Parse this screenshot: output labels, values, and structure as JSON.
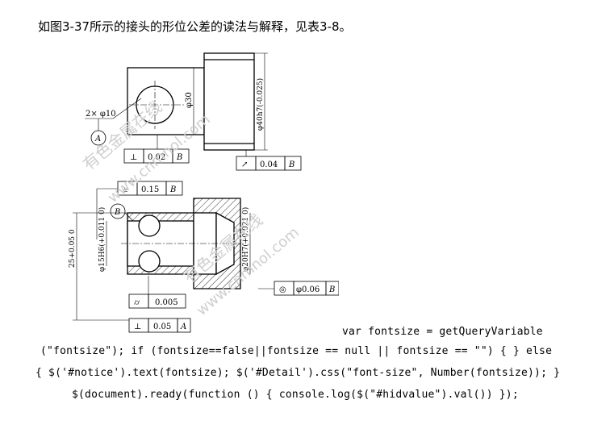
{
  "heading": "如图3-37所示的接头的形位公差的读法与解释，见表3-8。",
  "drawing": {
    "top_view": {
      "hole_note": "2× φ10",
      "datum_a": "A",
      "dim_inner": "φ30",
      "dim_outer": "φ40h7(-0.025)",
      "perp_frame": {
        "symbol": "⊥",
        "value": "0.02",
        "datum": "B"
      },
      "runout_frame": {
        "symbol": "↗",
        "value": "0.04",
        "datum": "B"
      }
    },
    "section_view": {
      "sym_frame": {
        "symbol": "⌯",
        "value": "0.15",
        "datum": "B"
      },
      "datum_b": "B",
      "dim_length": "25+0.05 0",
      "dim_bore": "φ15H6(+0.011 0)",
      "dim_outer_bore": "φ20H7(+0.021 0)",
      "conc_frame": {
        "symbol": "◎",
        "value": "φ0.06",
        "datum": "B"
      },
      "cyl_frame": {
        "symbol": "⌭",
        "value": "0.005"
      },
      "perp_frame": {
        "symbol": "⊥",
        "value": "0.05",
        "datum": "A"
      }
    },
    "watermarks": [
      "有色金属在线",
      "www.cnmnol.com"
    ]
  },
  "code": {
    "line1": "var fontsize = getQueryVariable",
    "line2": "(\"fontsize\"); if (fontsize==false||fontsize == null || fontsize == \"\") { } else",
    "line3": "{ $('#notice').text(fontsize); $('#Detail').css(\"font-size\", Number(fontsize)); }",
    "line4": "$(document).ready(function () { console.log($(\"#hidvalue\").val()) });"
  }
}
